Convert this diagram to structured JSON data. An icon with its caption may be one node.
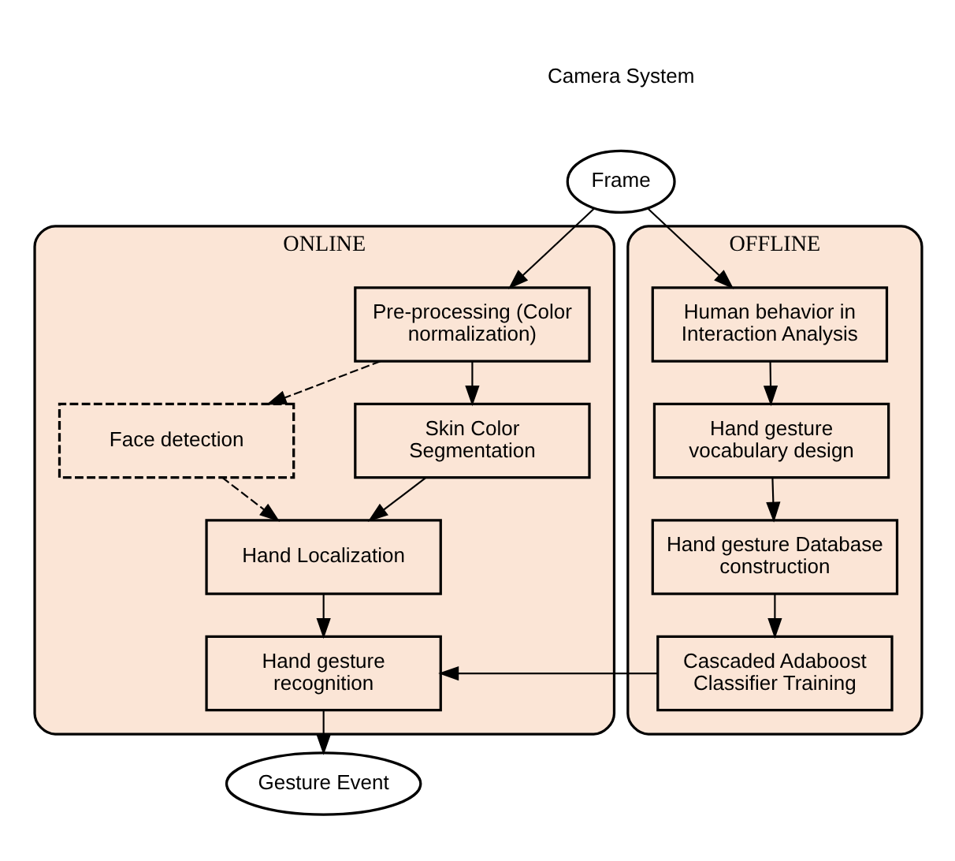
{
  "diagram": {
    "nodes": [
      {
        "text": [
          "Frame"
        ],
        "beside": [
          "Camera System"
        ]
      },
      {
        "text": [
          "ONLINE"
        ]
      },
      {
        "text": [
          "Pre-processing (Color normalization)"
        ],
        "in": 1
      },
      {
        "text": [
          "Face detection"
        ],
        "in": 1
      },
      {
        "text": [
          "Skin Color Segmentation"
        ],
        "in": 1
      },
      {
        "text": [
          "Hand Localization"
        ],
        "in": 1
      },
      {
        "text": [
          "Hand gesture recognition"
        ],
        "in": 1
      },
      {
        "text": [
          "OFFLINE"
        ]
      },
      {
        "text": [
          "Human behavior in Interaction Analysis"
        ],
        "in": 7
      },
      {
        "text": [
          "Hand gesture vocabulary design"
        ],
        "in": 7
      },
      {
        "text": [
          "Hand gesture Database construction"
        ],
        "in": 7
      },
      {
        "text": [
          "Cascaded Adaboost Classifier Training"
        ],
        "in": 7
      },
      {
        "text": [
          "Gesture Event"
        ]
      }
    ],
    "edges": [
      {
        "from": 0,
        "to": 2,
        "arrow": "to"
      },
      {
        "from": 0,
        "to": 8,
        "arrow": "to"
      },
      {
        "from": 2,
        "to": 3,
        "arrow": "to",
        "style": "dashed"
      },
      {
        "from": 2,
        "to": 4,
        "arrow": "to"
      },
      {
        "from": 3,
        "to": 5,
        "arrow": "to",
        "style": "dashed"
      },
      {
        "from": 4,
        "to": 5,
        "arrow": "to"
      },
      {
        "from": 5,
        "to": 6,
        "arrow": "to"
      },
      {
        "from": 8,
        "to": 9,
        "arrow": "to"
      },
      {
        "from": 9,
        "to": 10,
        "arrow": "to"
      },
      {
        "from": 10,
        "to": 11,
        "arrow": "to"
      },
      {
        "from": 11,
        "to": 6,
        "arrow": "to"
      },
      {
        "from": 6,
        "to": 12,
        "arrow": "to"
      }
    ]
  }
}
